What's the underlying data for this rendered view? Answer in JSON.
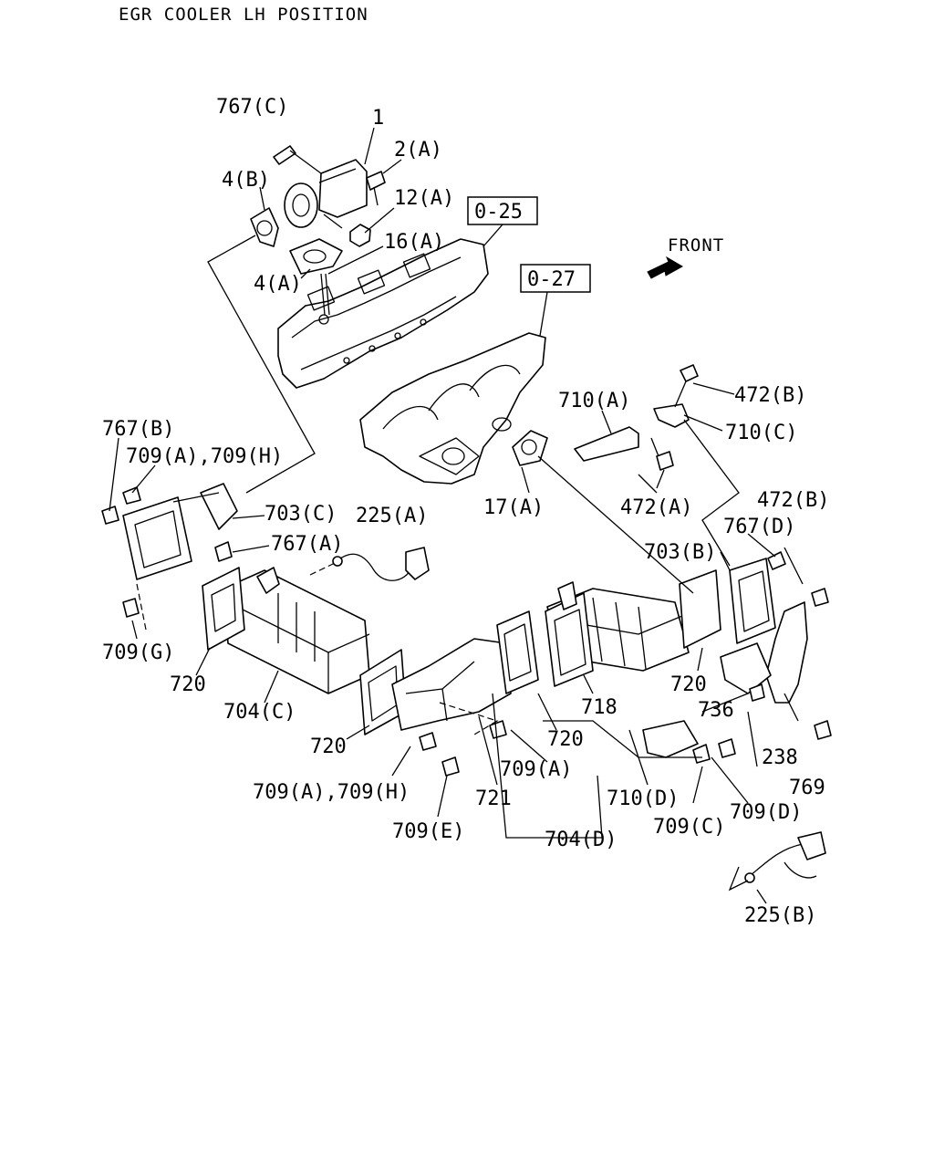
{
  "title": "EGR COOLER LH POSITION",
  "front_label": "FRONT",
  "ref_boxes": [
    "0-25",
    "0-27"
  ],
  "callouts": [
    "767(C)",
    "1",
    "2(A)",
    "4(B)",
    "12(A)",
    "16(A)",
    "4(A)",
    "472(B)",
    "710(A)",
    "710(C)",
    "767(B)",
    "709(A),709(H)",
    "703(C)",
    "225(A)",
    "767(A)",
    "17(A)",
    "472(A)",
    "472(B)",
    "767(D)",
    "703(B)",
    "709(G)",
    "720",
    "704(C)",
    "720",
    "718",
    "720",
    "720",
    "736",
    "238",
    "769",
    "709(A)",
    "709(A),709(H)",
    "721",
    "710(D)",
    "709(D)",
    "709(E)",
    "704(D)",
    "709(C)",
    "225(B)"
  ]
}
